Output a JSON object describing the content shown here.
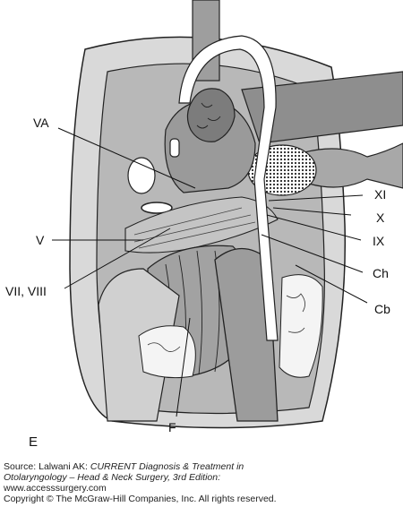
{
  "labels": {
    "va": "VA",
    "v": "V",
    "vii_viii": "VII, VIII",
    "f": "F",
    "xi": "XI",
    "x": "X",
    "ix": "IX",
    "ch": "Ch",
    "cb": "Cb"
  },
  "panel_letter": "E",
  "credits": {
    "source_prefix": "Source: Lalwani AK: ",
    "book_title_line1": "CURRENT Diagnosis & Treatment in",
    "book_title_line2": "Otolaryngology – Head & Neck Surgery, 3rd Edition:",
    "website": "www.accesssurgery.com",
    "copyright": "Copyright © The McGraw-Hill Companies, Inc. All rights reserved."
  }
}
